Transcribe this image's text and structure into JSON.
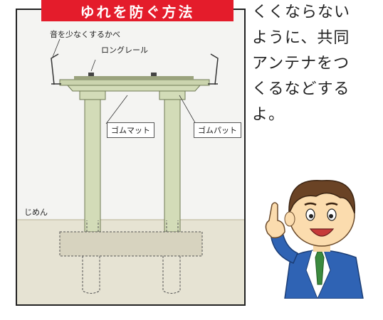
{
  "diagram": {
    "title": "ゆれを防ぐ方法",
    "labels": {
      "wall": "音を少なくするかべ",
      "rail": "ロングレール",
      "rubber_mat": "ゴムマット",
      "rubber_pad": "ゴムパット",
      "ground": "じめん"
    }
  },
  "side_text": {
    "lines": [
      "くくならない",
      "ように、共同",
      "アンテナをつ",
      "くるなどする",
      "よ。"
    ]
  },
  "colors": {
    "title_bg": "#e41c2b",
    "structure": "#d3dcb8",
    "structure_edge": "#6f7a55",
    "ground": "#e6e3d3",
    "sky": "#f4f4f2"
  },
  "icons": {
    "character": "businessman-pointing"
  }
}
